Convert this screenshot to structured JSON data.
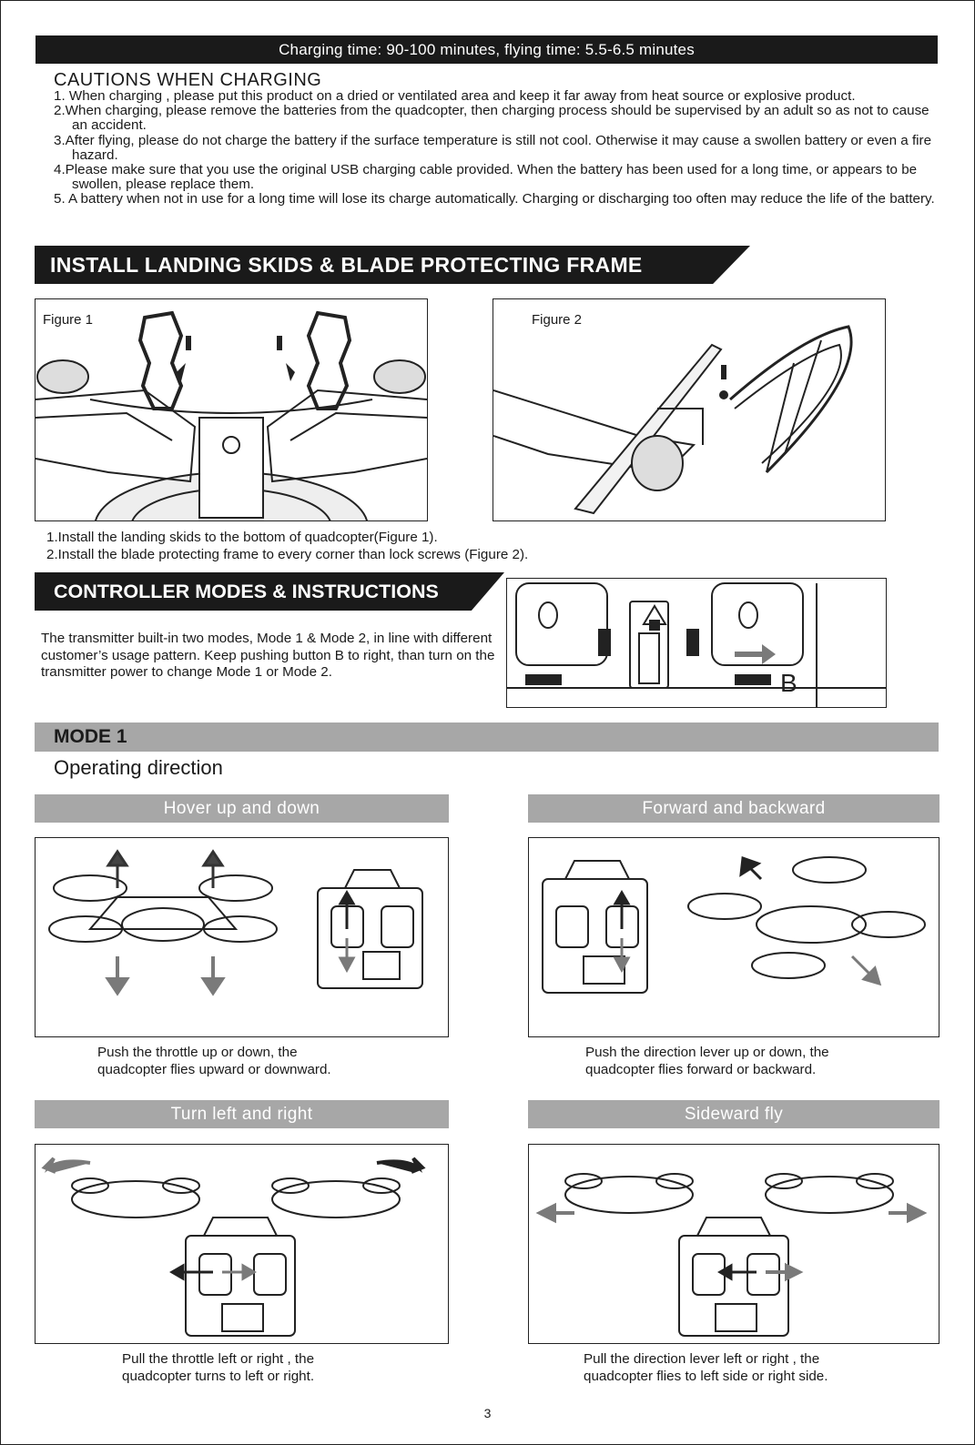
{
  "top_bar": "Charging time: 90-100 minutes, flying time: 5.5-6.5 minutes",
  "cautions": {
    "title": "CAUTIONS WHEN CHARGING",
    "items": [
      "1. When charging , please put this product on a dried or ventilated area and keep it far away from heat source or explosive product.",
      "2.When charging, please remove the batteries from the quadcopter, then charging process should be supervised by an adult so as not to cause an accident.",
      "3.After flying, please do not charge the battery if the surface temperature is still not cool. Otherwise it may cause a swollen battery or even a fire hazard.",
      "4.Please make sure that you use the original USB charging cable provided. When the battery has been used for a long time, or appears to be swollen, please replace them.",
      "5. A battery when not in use for a long time will lose its charge automatically. Charging or discharging too often may reduce the life of the battery."
    ]
  },
  "install": {
    "title": "INSTALL LANDING SKIDS & BLADE PROTECTING FRAME",
    "figure1_label": "Figure 1",
    "figure2_label": "Figure 2",
    "steps": [
      "1.Install the landing skids to the bottom of quadcopter(Figure 1).",
      "2.Install the blade protecting frame to every corner than lock screws (Figure 2)."
    ]
  },
  "controller": {
    "title": "CONTROLLER MODES & INSTRUCTIONS",
    "description": "The transmitter built-in two modes, Mode 1 & Mode 2, in line with different customer’s usage pattern. Keep pushing button B to right, than turn on the transmitter power to change Mode 1 or Mode 2.",
    "button_label": "B"
  },
  "mode": {
    "title": "MODE 1",
    "subtitle": "Operating direction",
    "panels": [
      {
        "heading": "Hover up and down",
        "caption_1": "Push the throttle up or down, the",
        "caption_2": "quadcopter flies upward or downward."
      },
      {
        "heading": "Forward and backward",
        "caption_1": "Push the direction lever up or down, the",
        "caption_2": "quadcopter flies forward or backward."
      },
      {
        "heading": "Turn left and right",
        "caption_1": "Pull the throttle left or right , the",
        "caption_2": "quadcopter turns to left or right."
      },
      {
        "heading": "Sideward fly",
        "caption_1": "Pull the direction lever left or right , the",
        "caption_2": "quadcopter flies to left side or right side."
      }
    ]
  },
  "page_number": "3",
  "colors": {
    "dark": "#1a1a1a",
    "gray_bar": "#a7a7a7",
    "arrow_gray": "#7a7a7a"
  }
}
